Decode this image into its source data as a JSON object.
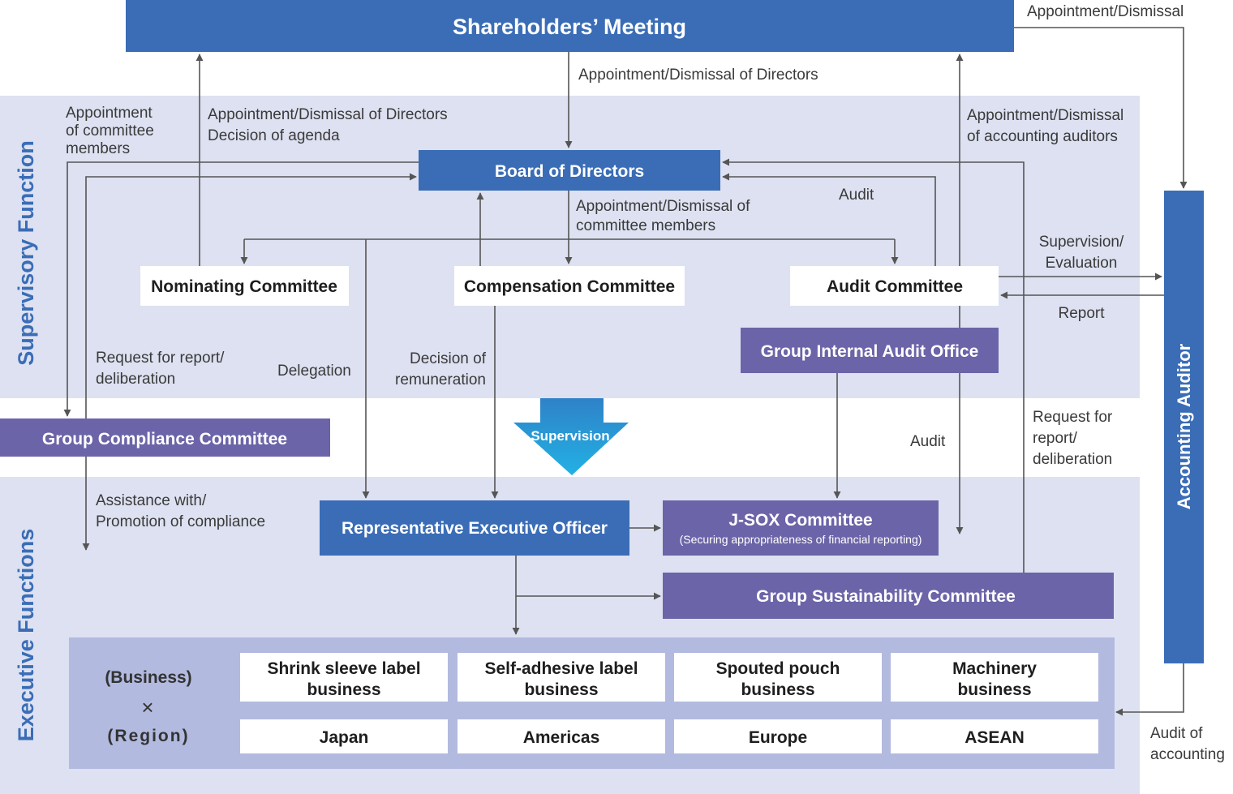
{
  "sections": {
    "supervisory": "Supervisory Function",
    "executive": "Executive Functions"
  },
  "boxes": {
    "shareholders": "Shareholders’ Meeting",
    "board": "Board of Directors",
    "nominating": "Nominating Committee",
    "compensation": "Compensation Committee",
    "audit_committee": "Audit Committee",
    "internal_audit": "Group Internal Audit Office",
    "compliance": "Group Compliance Committee",
    "rep_exec": "Representative Executive Officer",
    "jsox_title": "J-SOX Committee",
    "jsox_sub": "(Securing appropriateness of financial reporting)",
    "sustainability": "Group Sustainability Committee",
    "accounting_auditor": "Accounting Auditor"
  },
  "supervision": "Supervision",
  "matrix": {
    "business_label": "(Business)",
    "times": "×",
    "region_label": "(Region)",
    "businesses": [
      [
        "Shrink sleeve label",
        "business"
      ],
      [
        "Self-adhesive label",
        "business"
      ],
      [
        "Spouted pouch",
        "business"
      ],
      [
        "Machinery",
        "business"
      ]
    ],
    "regions": [
      "Japan",
      "Americas",
      "Europe",
      "ASEAN"
    ]
  },
  "labels": {
    "appt_dismissal_top": "Appointment/Dismissal",
    "appt_dismissal_directors": "Appointment/Dismissal of Directors",
    "appt_committee": [
      "Appointment",
      "of committee",
      "members"
    ],
    "appt_directors_agenda": [
      "Appointment/Dismissal of Directors",
      "Decision of agenda"
    ],
    "appt_accounting": [
      "Appointment/Dismissal",
      "of accounting auditors"
    ],
    "audit_board": "Audit",
    "appt_committee_members": [
      "Appointment/Dismissal of",
      "committee members"
    ],
    "supervision_eval": [
      "Supervision/",
      "Evaluation"
    ],
    "report": "Report",
    "request_report_left": [
      "Request for report/",
      "deliberation"
    ],
    "delegation": "Delegation",
    "decision_remuneration": [
      "Decision of",
      "remuneration"
    ],
    "audit_mid": "Audit",
    "request_report_right": [
      "Request for",
      "report/",
      "deliberation"
    ],
    "assistance": [
      "Assistance with/",
      "Promotion of compliance"
    ],
    "audit_accounting": [
      "Audit of",
      "accounting"
    ]
  }
}
